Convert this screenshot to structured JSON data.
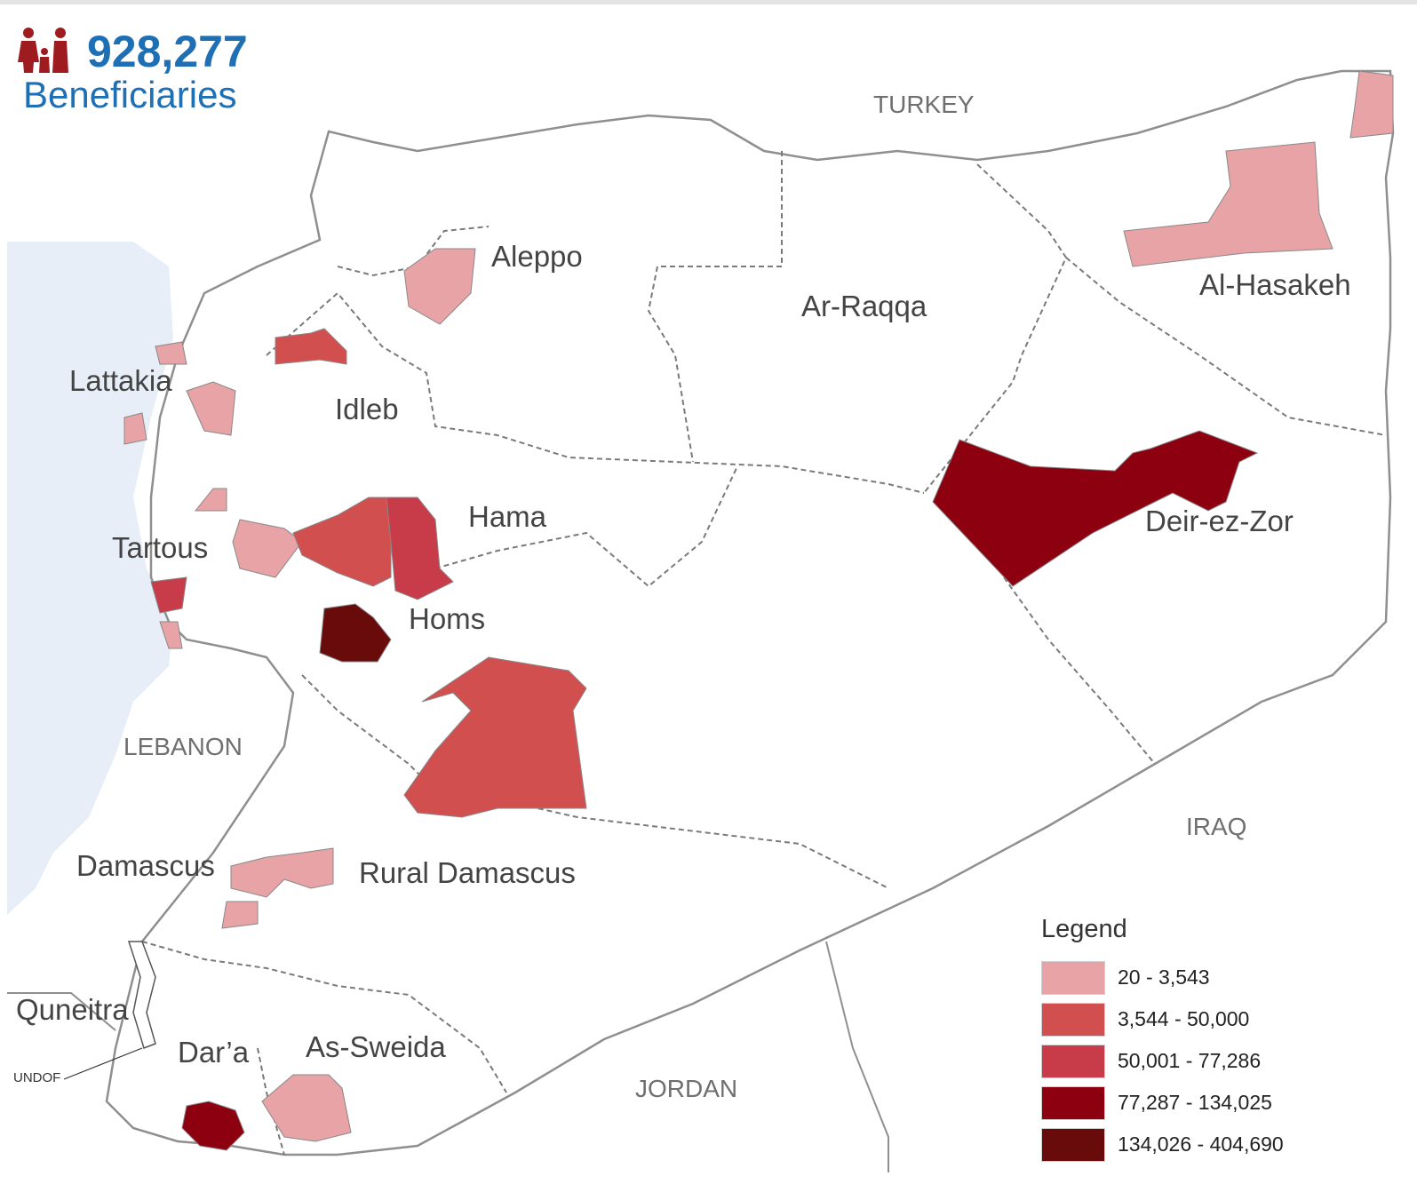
{
  "header": {
    "total": "928,277",
    "caption": "Beneficiaries",
    "icon": "family-icon",
    "color": "#1f6fb4"
  },
  "countries": {
    "turkey": "TURKEY",
    "lebanon": "LEBANON",
    "iraq": "IRAQ",
    "jordan": "JORDAN"
  },
  "governorates": {
    "aleppo": "Aleppo",
    "ar_raqqa": "Ar-Raqqa",
    "al_hasakeh": "Al-Hasakeh",
    "lattakia": "Lattakia",
    "idleb": "Idleb",
    "hama": "Hama",
    "tartous": "Tartous",
    "homs": "Homs",
    "deir_ez_zor": "Deir-ez-Zor",
    "damascus": "Damascus",
    "rural_damascus": "Rural Damascus",
    "quneitra": "Quneitra",
    "dara": "Dar’a",
    "as_sweida": "As-Sweida"
  },
  "undof": "UNDOF",
  "legend": {
    "title": "Legend",
    "classes": [
      {
        "label": "20 - 3,543",
        "color": "#e8a3a6"
      },
      {
        "label": "3,544 - 50,000",
        "color": "#d24f50"
      },
      {
        "label": "50,001 - 77,286",
        "color": "#c83c4a"
      },
      {
        "label": "77,287 - 134,025",
        "color": "#8c0010"
      },
      {
        "label": "134,026 - 404,690",
        "color": "#6a0b0b"
      }
    ]
  },
  "colors": {
    "sea": "#e7eef7",
    "land": "#ffffff",
    "border": "#8f8f8f",
    "label": "#444444",
    "country_label": "#6f6f6f"
  }
}
